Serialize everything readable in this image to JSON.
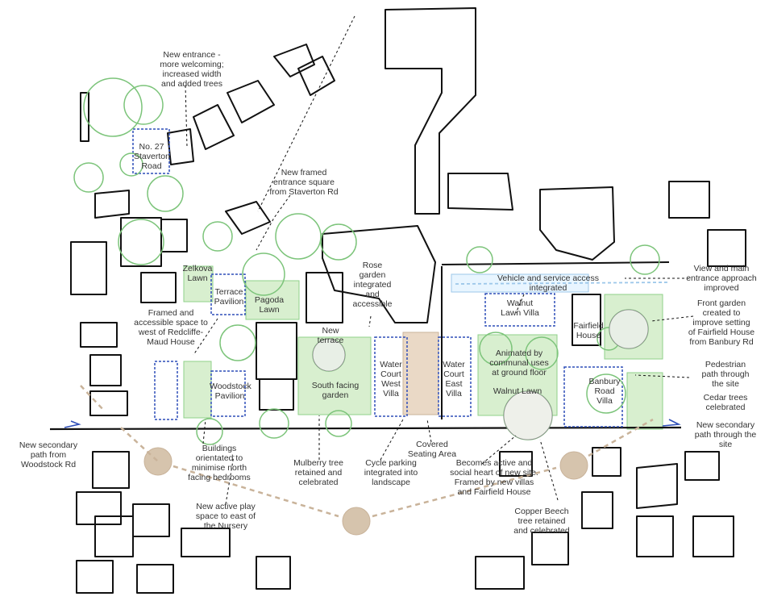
{
  "colors": {
    "building": "#111111",
    "tree": "#7cc47a",
    "green_area": "#d8efcf",
    "villa_blue": "#2f4fb8",
    "route_beige": "#c9b39a",
    "sun": "#d6c4ad",
    "text": "#333333"
  },
  "labels": {
    "new_entrance": "New entrance -\nmore welcoming;\nincreased width\nand added trees",
    "no27": "No. 27\nStaverton\nRoad",
    "framed_square": "New framed\nentrance square\nfrom Staverton Rd",
    "zelkova": "Zelkova\nLawn",
    "terrace_pavilion": "Terrace\nPavilion",
    "pagoda": "Pagoda\nLawn",
    "rose_garden": "Rose\ngarden\nintegrated\nand\naccessible",
    "vehicle_access": "Vehicle and service access\nintegrated",
    "walnut_villa": "Walnut\nLawn Villa",
    "fairfield_house": "Fairfield\nHouse",
    "view_main": "View and main\nentrance approach\nimproved",
    "front_garden": "Front garden\ncreated to\nimprove setting\nof Fairfield House\nfrom Banbury Rd",
    "framed_accessible": "Framed and\naccessible space to\nwest of Redcliffe-\nMaud House",
    "new_terrace": "New\nterrace",
    "wc_west": "Water\nCourt\nWest\nVilla",
    "wc_east": "Water\nCourt\nEast\nVilla",
    "animated": "Animated by\ncommunal uses\nat ground floor",
    "banbury_villa": "Banbury\nRoad\nVilla",
    "pedestrian": "Pedestrian\npath through\nthe site",
    "cedar": "Cedar trees\ncelebrated",
    "woodstock_pavilion": "Woodstock\nPavilion",
    "south_garden": "South facing\ngarden",
    "walnut_lawn": "Walnut Lawn",
    "secondary_woodstock": "New secondary\npath from\nWoodstock Rd",
    "secondary_through": "New secondary\npath through the\nsite",
    "buildings_orient": "Buildings\norientated to\nminimise north\nfacing bedrooms",
    "mulberry": "Mulberry tree\nretained and\ncelebrated",
    "cycle": "Cycle parking\nintegrated into\nlandscape",
    "covered": "Covered\nSeating Area",
    "social_heart": "Becomes active and\nsocial heart of new site.\nFramed by new villas\nand Fairfield House",
    "play_space": "New active play\nspace to east of\nthe Nursery",
    "copper_beech": "Copper Beech\ntree retained\nand celebrated"
  }
}
